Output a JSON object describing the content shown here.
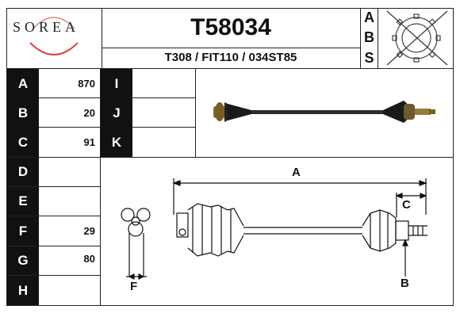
{
  "header": {
    "brand": "SOREA",
    "part_number": "T58034",
    "cross_refs": "T308 / FIT110 / 034ST85",
    "abs_letters": [
      "A",
      "B",
      "S"
    ]
  },
  "spec_rows": [
    {
      "letter": "A",
      "value": "870"
    },
    {
      "letter": "B",
      "value": "20"
    },
    {
      "letter": "C",
      "value": "91"
    },
    {
      "letter": "D",
      "value": ""
    },
    {
      "letter": "E",
      "value": ""
    },
    {
      "letter": "F",
      "value": "29"
    },
    {
      "letter": "G",
      "value": "80"
    },
    {
      "letter": "H",
      "value": ""
    }
  ],
  "extra_rows": [
    {
      "letter": "I",
      "value": ""
    },
    {
      "letter": "J",
      "value": ""
    },
    {
      "letter": "K",
      "value": ""
    }
  ],
  "diagram_labels": {
    "length": "A",
    "spline_end": "B",
    "spline_length": "C",
    "tripod": "F"
  }
}
